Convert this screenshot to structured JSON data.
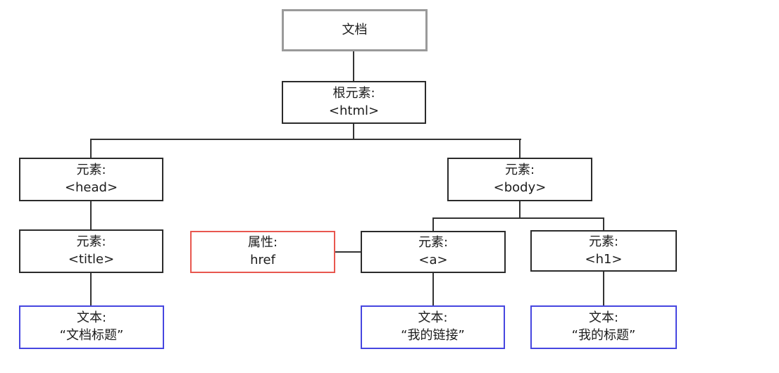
{
  "diagram": {
    "kind": "dom-tree",
    "nodes": {
      "document": {
        "line1": "文档"
      },
      "html": {
        "line1": "根元素:",
        "line2": "<html>"
      },
      "head": {
        "line1": "元素:",
        "line2": "<head>"
      },
      "body": {
        "line1": "元素:",
        "line2": "<body>"
      },
      "title": {
        "line1": "元素:",
        "line2": "<title>"
      },
      "attr_href": {
        "line1": "属性:",
        "line2": "href"
      },
      "a": {
        "line1": "元素:",
        "line2": "<a>"
      },
      "h1": {
        "line1": "元素:",
        "line2": "<h1>"
      },
      "text_doc_title": {
        "line1": "文本:",
        "line2": "“文档标题”"
      },
      "text_my_link": {
        "line1": "文本:",
        "line2": "“我的链接”"
      },
      "text_my_heading": {
        "line1": "文本:",
        "line2": "“我的标题”"
      }
    },
    "edges": [
      "document->html",
      "html->head",
      "html->body",
      "head->title",
      "title->text_doc_title",
      "body->a",
      "body->h1",
      "attr_href-a",
      "a->text_my_link",
      "h1->text_my_heading"
    ],
    "colors": {
      "document_border": "#9a9a9a",
      "element_border": "#2b2b2b",
      "attribute_border": "#e8574f",
      "text_border": "#4646e0",
      "connector": "#333333",
      "text_color": "#1c1c1c",
      "background": "#ffffff"
    }
  }
}
